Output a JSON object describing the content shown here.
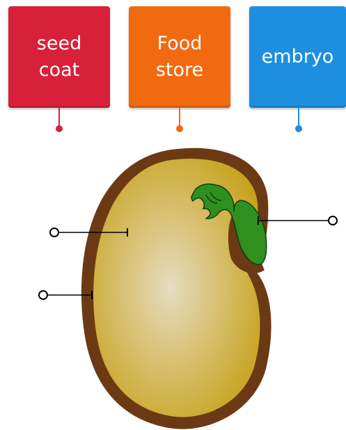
{
  "labels": [
    {
      "id": "seed-coat",
      "text": "seed\ncoat",
      "color": "#d8203a"
    },
    {
      "id": "food-store",
      "text": "Food\nstore",
      "color": "#f26a10"
    },
    {
      "id": "embryo",
      "text": "embryo",
      "color": "#1e8fe0"
    }
  ],
  "colors": {
    "seed_coat": "#6b3a14",
    "endosperm_edge": "#c7a21b",
    "endosperm_center": "#e6dcc0",
    "embryo": "#2f8f1f",
    "embryo_outline": "#0f3f0a",
    "leader_line": "#000000"
  }
}
